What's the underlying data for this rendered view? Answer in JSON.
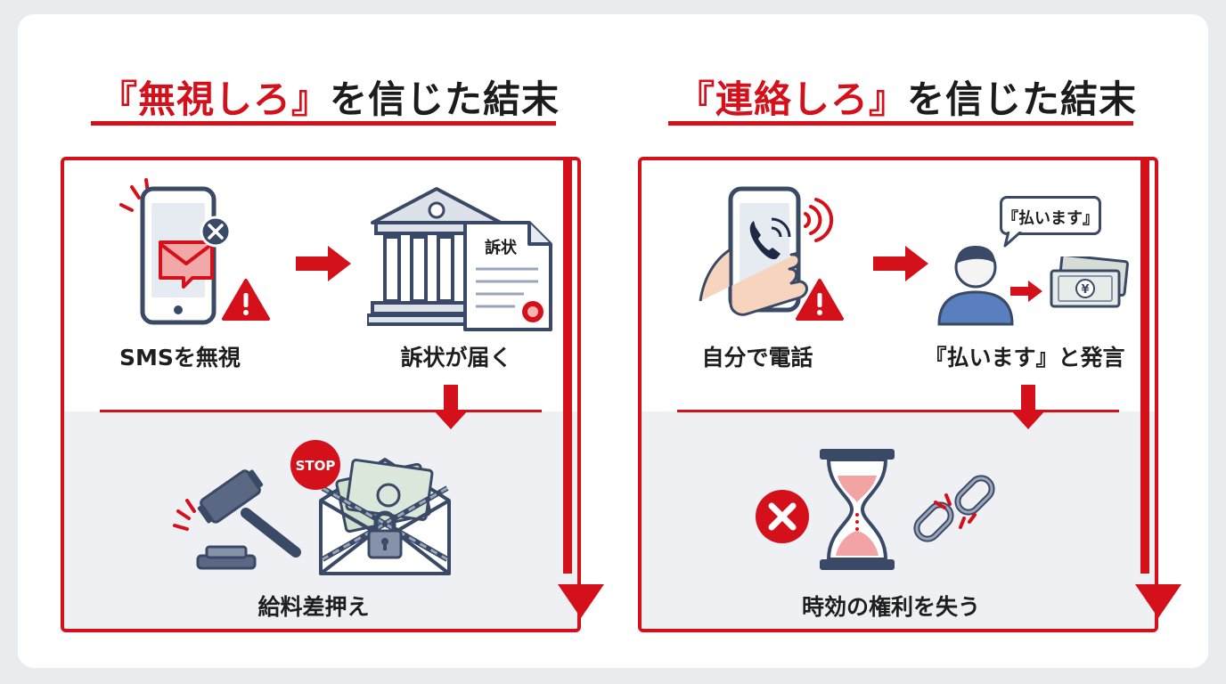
{
  "left": {
    "title_quote_open": "『",
    "title_highlight": "無視しろ",
    "title_quote_close": "』",
    "title_rest": "を信じた結末",
    "step1_label": "SMSを無視",
    "step2_label": "訴状が届く",
    "document_label": "訴状",
    "stop_label": "STOP",
    "result_label": "給料差押え"
  },
  "right": {
    "title_quote_open": "『",
    "title_highlight": "連絡しろ",
    "title_quote_close": "』",
    "title_rest": "を信じた結末",
    "step1_label": "自分で電話",
    "speech_bubble": "『払います』",
    "step2_label": "『払います』と発言",
    "result_label": "時効の権利を失う"
  },
  "colors": {
    "accent_red": "#d4111b",
    "navy": "#3a4a66",
    "lower_bg": "#eef0f4"
  },
  "icons": {
    "left": [
      "smartphone-sms-icon",
      "warning-icon",
      "courthouse-icon",
      "document-icon",
      "gavel-icon",
      "chained-envelope-icon",
      "stop-badge-icon"
    ],
    "right": [
      "phone-call-icon",
      "warning-icon",
      "person-icon",
      "yen-bill-icon",
      "cross-icon",
      "hourglass-icon",
      "broken-chain-icon"
    ]
  }
}
